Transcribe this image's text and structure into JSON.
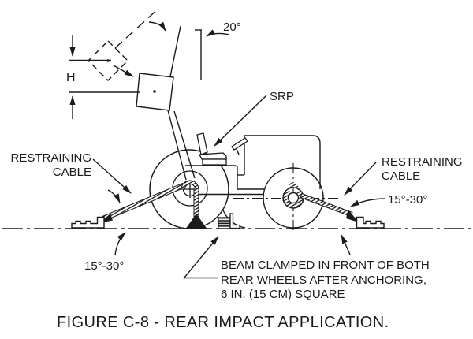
{
  "figure": {
    "caption": "FIGURE C-8 - REAR IMPACT APPLICATION.",
    "impact_angle": "20°",
    "drop_height_label": "H",
    "srp_label": "SRP",
    "left_cable": {
      "line1": "RESTRAINING",
      "line2": "CABLE"
    },
    "right_cable": {
      "line1": "RESTRAINING",
      "line2": "CABLE"
    },
    "left_cable_angle": "15°-30°",
    "right_cable_angle": "15°-30°",
    "beam_note": {
      "line1": "BEAM CLAMPED IN FRONT OF BOTH",
      "line2": "REAR WHEELS AFTER ANCHORING,",
      "line3": "6 IN. (15 CM) SQUARE"
    },
    "colors": {
      "ink": "#1b1b1b",
      "background": "#ffffff"
    }
  }
}
